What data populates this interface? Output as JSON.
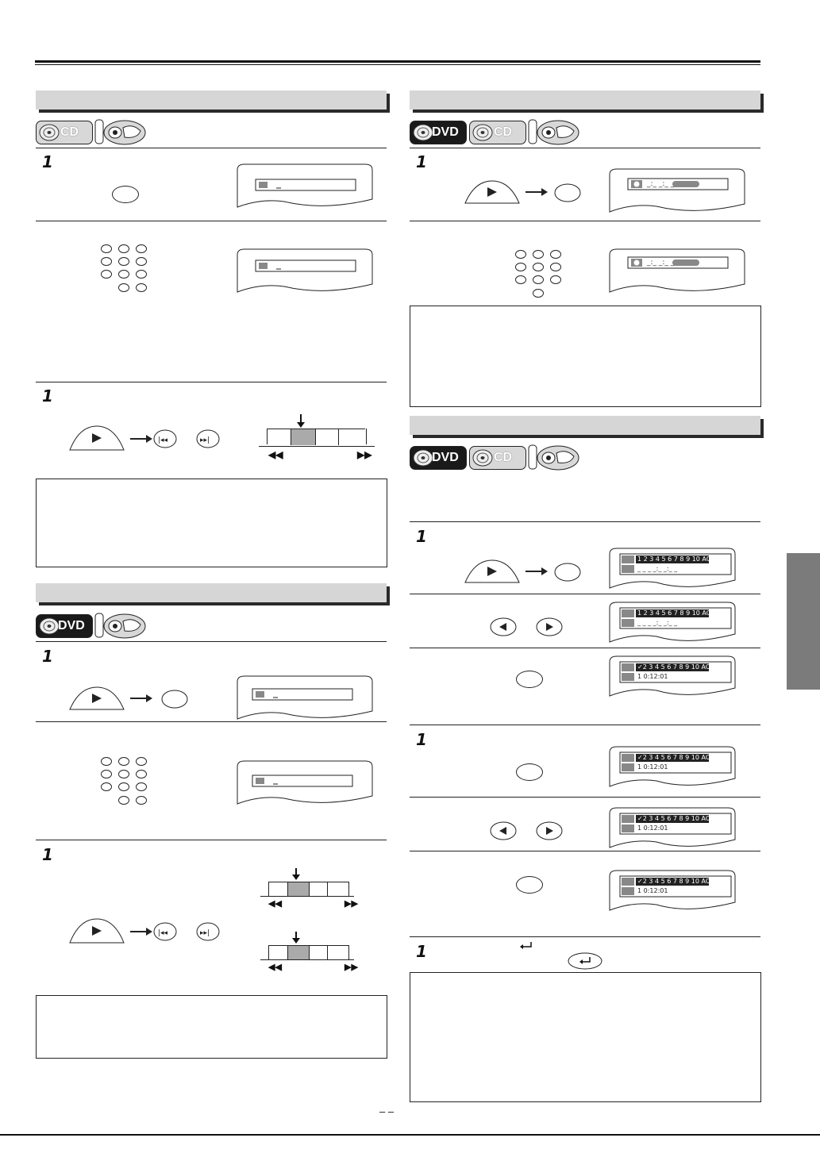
{
  "left": {
    "program_cd": {
      "disc_label": "CD"
    },
    "play_dvd": {
      "disc_label": "DVD"
    }
  },
  "right": {
    "time_search": {
      "disc_labels": [
        "DVD",
        "CD"
      ],
      "osd_time": "_:_ _:_ _"
    },
    "marker": {
      "disc_labels": [
        "DVD",
        "CD"
      ],
      "osd_markers": "1 2 3 4 5 6 7 8 9 10 AC",
      "osd_markers_checked": "✓2 3 4 5 6 7 8 9 10 AC",
      "osd_time_blank": "_ _  _ _:_ _:_ _",
      "osd_time": "1  0:12:01"
    }
  },
  "skip_bar": {
    "prev_glyph": "◀◀",
    "next_glyph": "▶▶"
  },
  "step_number": "1",
  "page_number": "–  –"
}
